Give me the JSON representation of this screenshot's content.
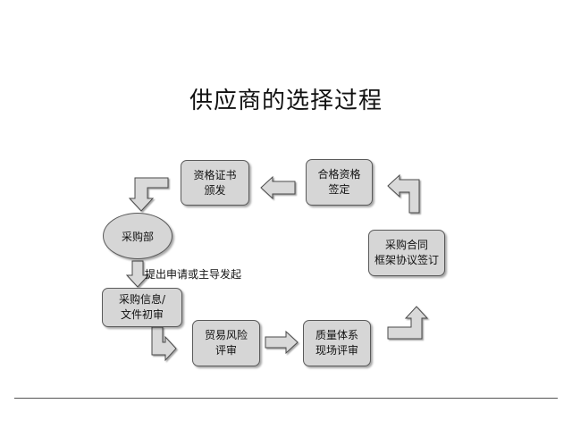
{
  "diagram": {
    "title": "供应商的选择过程",
    "nodes": {
      "cert": {
        "line1": "资格证书",
        "line2": "颁发"
      },
      "qualified": {
        "line1": "合格资格",
        "line2": "签定"
      },
      "purchase_dept": {
        "label": "采购部"
      },
      "application_label": "提出申请或主导发起",
      "info_review": {
        "line1": "采购信息/",
        "line2": "文件初审"
      },
      "trade_risk": {
        "line1": "贸易风险",
        "line2": "评审"
      },
      "quality_audit": {
        "line1": "质量体系",
        "line2": "现场评审"
      },
      "contract": {
        "line1": "采购合同",
        "line2": "框架协议签订"
      }
    },
    "colors": {
      "fill": "#d6d6d6",
      "stroke": "#5a5a5a",
      "arrow_fill": "#d9d9d9"
    }
  }
}
